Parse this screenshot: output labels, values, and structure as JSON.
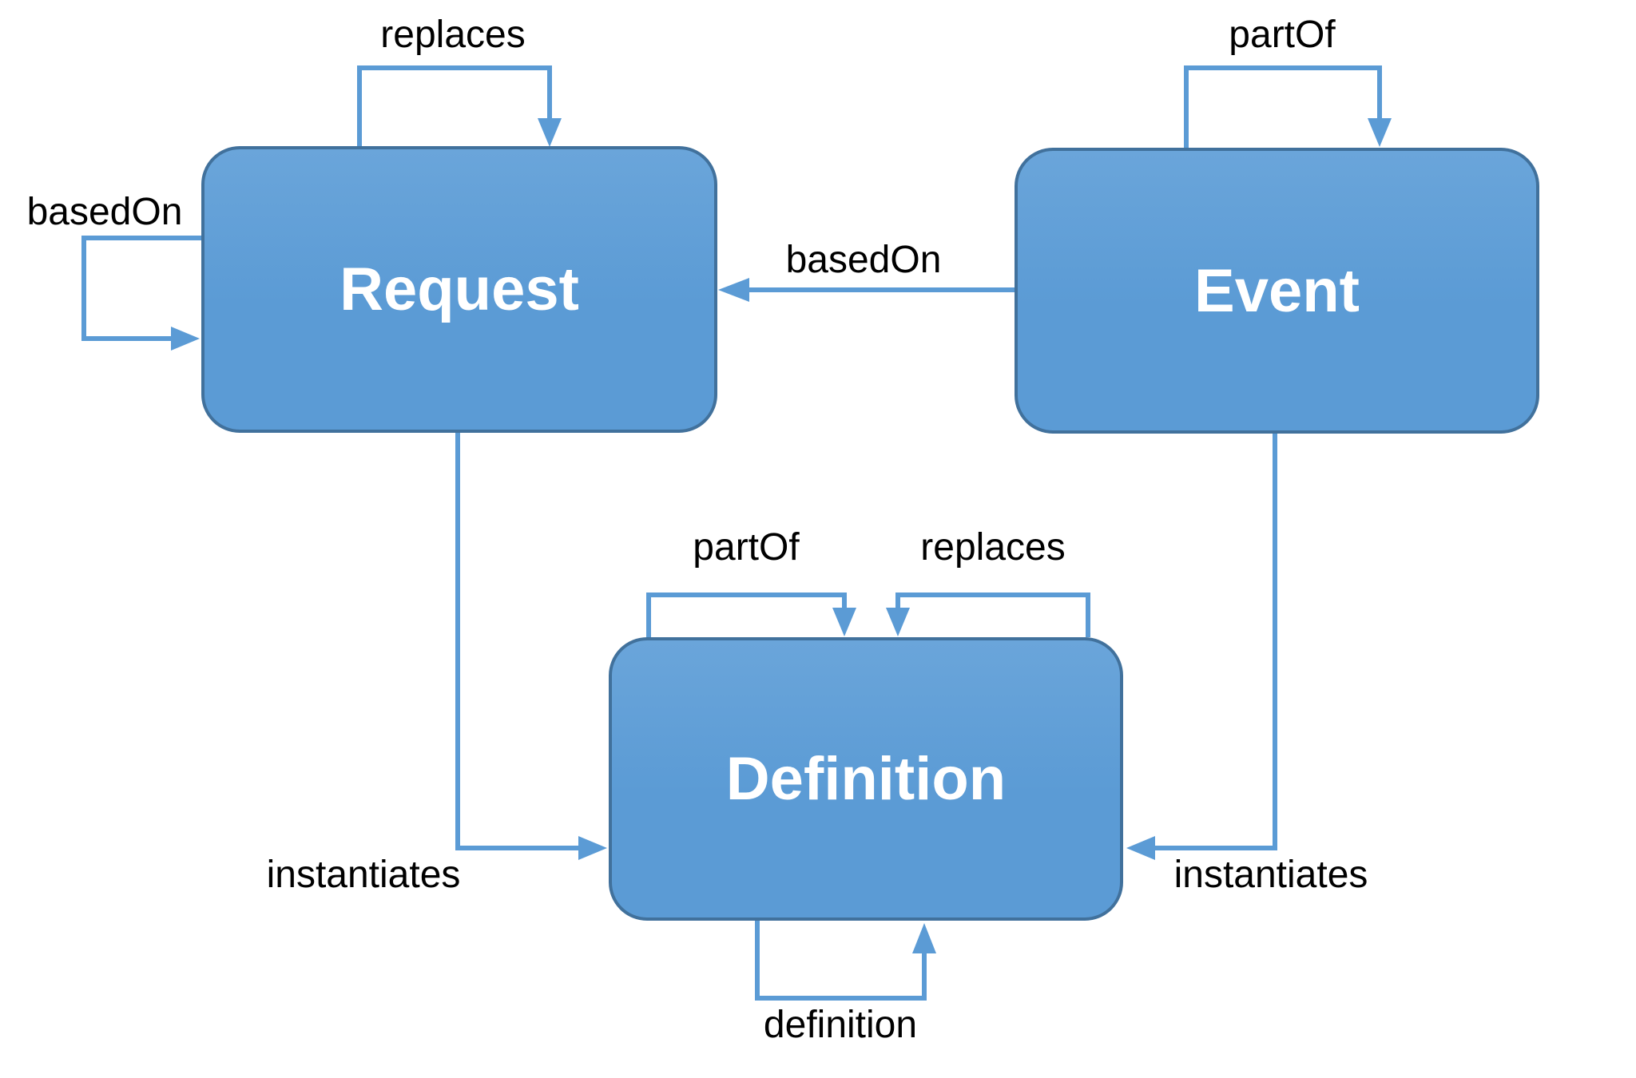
{
  "diagram": {
    "nodes": [
      {
        "id": "request",
        "label": "Request"
      },
      {
        "id": "event",
        "label": "Event"
      },
      {
        "id": "definition",
        "label": "Definition"
      }
    ],
    "edges": [
      {
        "label": "replaces",
        "from": "Request",
        "to": "Request",
        "type": "self-loop-top"
      },
      {
        "label": "partOf",
        "from": "Event",
        "to": "Event",
        "type": "self-loop-top"
      },
      {
        "label": "basedOn",
        "from": "Request",
        "to": "Request",
        "type": "self-loop-left"
      },
      {
        "label": "basedOn",
        "from": "Event",
        "to": "Request",
        "type": "straight-horizontal"
      },
      {
        "label": "instantiates",
        "from": "Request",
        "to": "Definition",
        "type": "elbow"
      },
      {
        "label": "instantiates",
        "from": "Event",
        "to": "Definition",
        "type": "elbow"
      },
      {
        "label": "partOf",
        "from": "Definition",
        "to": "Definition",
        "type": "self-loop-top"
      },
      {
        "label": "replaces",
        "from": "Definition",
        "to": "Definition",
        "type": "self-loop-top"
      },
      {
        "label": "definition",
        "from": "Definition",
        "to": "Definition",
        "type": "self-loop-bottom"
      }
    ]
  },
  "colors": {
    "node_fill": "#5b9bd5",
    "node_fill_top": "#6aa5da",
    "node_border": "#41719c",
    "arrow": "#5b9bd5",
    "label_text": "#000000",
    "node_text": "#ffffff",
    "background": "#ffffff"
  }
}
